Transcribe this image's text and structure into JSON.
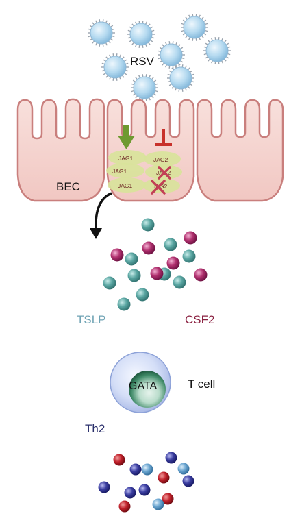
{
  "labels": {
    "virus": "RSV",
    "epithelium": "BEC",
    "tslp": "TSLP",
    "csf2": "CSF2",
    "nucleus": "GATA",
    "tcell": "T cell",
    "th2": "Th2"
  },
  "notch_labels": {
    "jag1_top": "JAG1",
    "jag1_mid": "JAG1",
    "jag1_bot": "JAG1",
    "jag2_top": "JAG2",
    "jag2_mid": "JAG2",
    "jag2_bot": "JAG2"
  },
  "colors": {
    "cell_fill": "#f6d6d2",
    "cell_stroke": "#c97f7d",
    "virus_fill": "#a9d2ec",
    "virus_spike": "#9aa3ad",
    "notch_oval": "#d8e39a",
    "up_arrow": "#6e9a30",
    "inhibit": "#c8312b",
    "cross": "#c24055",
    "tslp_color": "#4d8f8c",
    "tslp_label": "#6fa3b4",
    "csf2_color": "#b0306e",
    "csf2_label": "#8a2040",
    "tcell_outer": "#bccbef",
    "nucleus": "#2f7a5a",
    "th2_label": "#2a2f6b",
    "red_particle": "#c0202a",
    "navy_particle": "#2c2f88",
    "blue_particle": "#5a95c4"
  }
}
